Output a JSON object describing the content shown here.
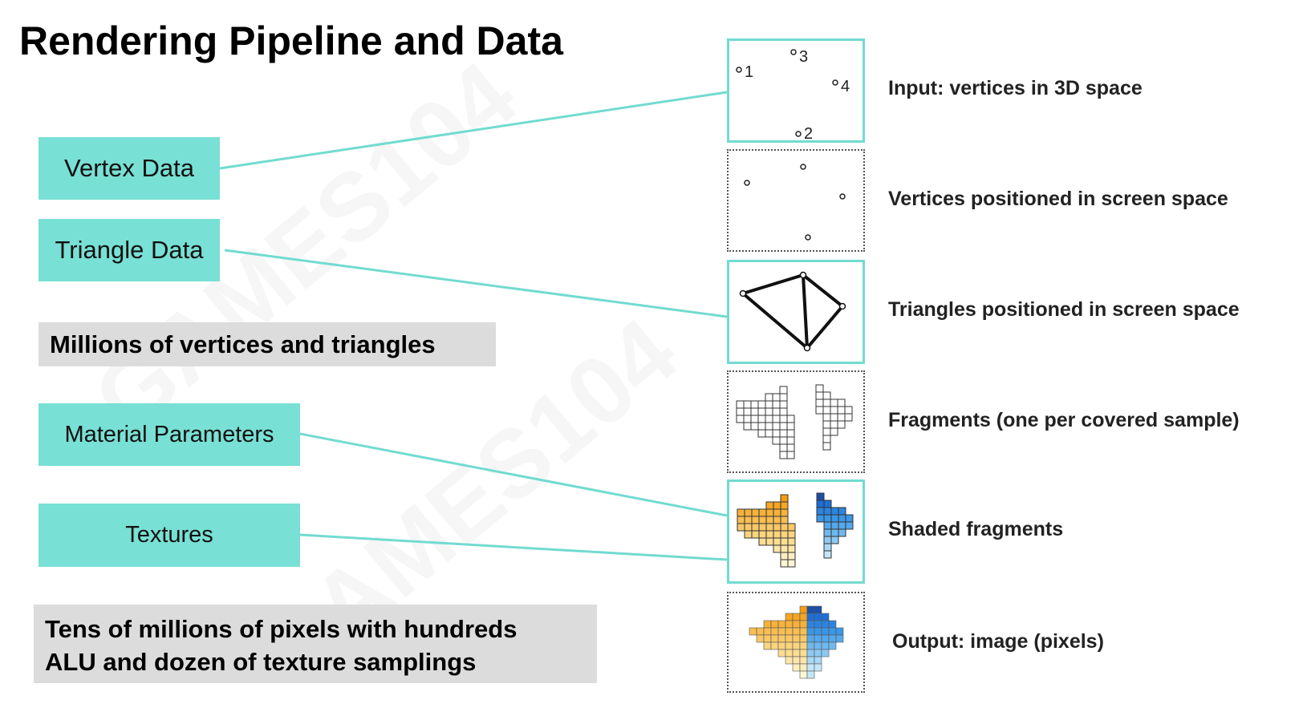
{
  "title": "Rendering Pipeline and Data",
  "data_boxes": {
    "vertex": "Vertex Data",
    "triangle": "Triangle Data",
    "material": "Material Parameters",
    "textures": "Textures"
  },
  "notes": {
    "vertices": "Millions of vertices and triangles",
    "pixels_line1": "Tens of millions of pixels with hundreds",
    "pixels_line2": "ALU and dozen of texture samplings"
  },
  "stages": [
    {
      "label": "Input: vertices in 3D space",
      "points": [
        "1",
        "2",
        "3",
        "4"
      ]
    },
    {
      "label": "Vertices positioned in screen space"
    },
    {
      "label": "Triangles positioned in screen space"
    },
    {
      "label": "Fragments (one per covered sample)"
    },
    {
      "label": "Shaded fragments"
    },
    {
      "label": "Output: image (pixels)"
    }
  ],
  "watermark": "GAMES104",
  "colors": {
    "teal": "#78e0d4",
    "connector": "#72dbd0",
    "note_bg": "#dcdcdc",
    "warm_shade": "#f5a623",
    "cool_shade": "#1e6fd6"
  }
}
